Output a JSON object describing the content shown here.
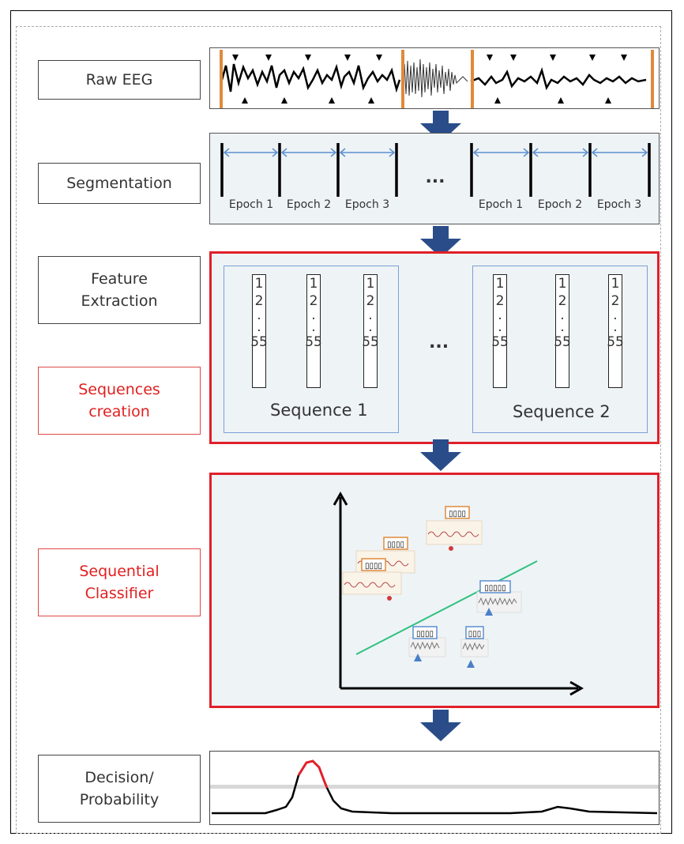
{
  "steps": {
    "raw_eeg": "Raw EEG",
    "segmentation": "Segmentation",
    "feature_extraction": "Feature\nExtraction",
    "sequences_creation": "Sequences\ncreation",
    "sequential_classifier": "Sequential\nClassifier",
    "decision": "Decision/\nProbability"
  },
  "segmentation": {
    "epochs_left": [
      "Epoch 1",
      "Epoch 2",
      "Epoch 3"
    ],
    "epochs_right": [
      "Epoch 1",
      "Epoch 2",
      "Epoch 3"
    ],
    "ellipsis": "..."
  },
  "features": {
    "vector_values": [
      "1",
      "2",
      ".",
      ".",
      "55"
    ],
    "sequence1": "Sequence 1",
    "sequence2": "Sequence 2",
    "ellipsis": "..."
  },
  "colors": {
    "arrow": "#2a4d8a",
    "red_frame": "#e0202a",
    "panel_bg": "#eef3f6",
    "epoch_arrow": "#5b8fd0",
    "marker_orange": "#e08a3a",
    "separator_green": "#2ec27e",
    "probability_peak": "#e0202a"
  }
}
